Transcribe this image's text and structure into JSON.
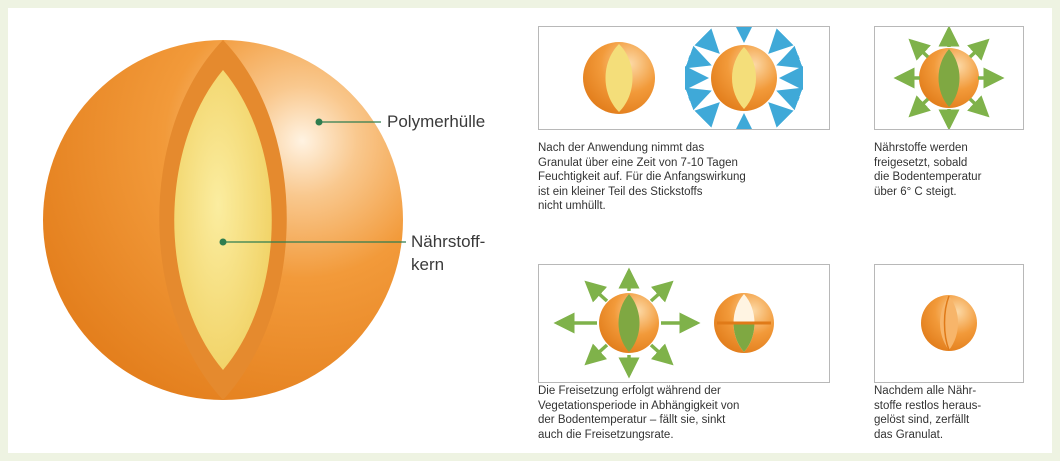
{
  "colors": {
    "orange": "#ee8a25",
    "shell_light": "#f8c07a",
    "core_yellow": "#f4de7a",
    "nutrient_green": "#7fa842",
    "leader_green": "#2e7d4f",
    "moisture_blue": "#3fa9d8",
    "release_green": "#7fb24a",
    "background": "#eef3e2"
  },
  "labels": {
    "shell": "Polymerhülle",
    "core": "Nährstoff-\nkern"
  },
  "panels": [
    {
      "id": "moisture",
      "icons": [
        "granule-icon",
        "granule-moisture-arrows-icon"
      ],
      "caption": "Nach der Anwendung nimmt das\nGranulat über eine Zeit von 7-10 Tagen\nFeuchtigkeit auf. Für die Anfangswirkung\nist ein kleiner Teil des Stickstoffs\nnicht umhüllt."
    },
    {
      "id": "release-start",
      "icons": [
        "granule-release-arrows-icon"
      ],
      "caption": "Nährstoffe werden\nfreigesetzt, sobald\ndie Bodentemperatur\nüber 6° C steigt."
    },
    {
      "id": "release-season",
      "icons": [
        "granule-release-arrows-icon",
        "granule-half-empty-icon"
      ],
      "caption": "Die Freisetzung erfolgt während der\nVegetationsperiode in Abhängigkeit von\nder Bodentemperatur – fällt sie, sinkt\nauch die Freisetzungsrate."
    },
    {
      "id": "dissolved",
      "icons": [
        "granule-empty-icon"
      ],
      "caption": "Nachdem alle Nähr-\nstoffe restlos heraus-\ngelöst sind, zerfällt\ndas Granulat."
    }
  ]
}
